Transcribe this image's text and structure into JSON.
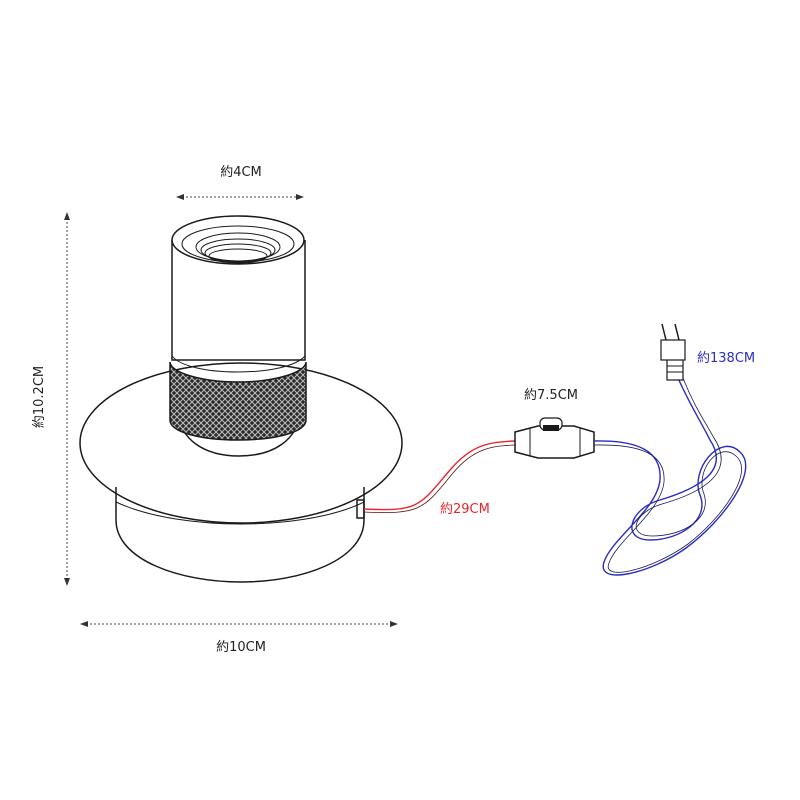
{
  "dimensions": {
    "top_width": "約4CM",
    "height": "約10.2CM",
    "base_width": "約10CM",
    "switch_length": "約7.5CM",
    "cord_to_switch": "約29CM",
    "cord_total": "約138CM"
  },
  "colors": {
    "line": "#1a1a1a",
    "cord_to_switch": "#e8262c",
    "cord_total": "#2a2fbf",
    "label_text": "#222222"
  }
}
